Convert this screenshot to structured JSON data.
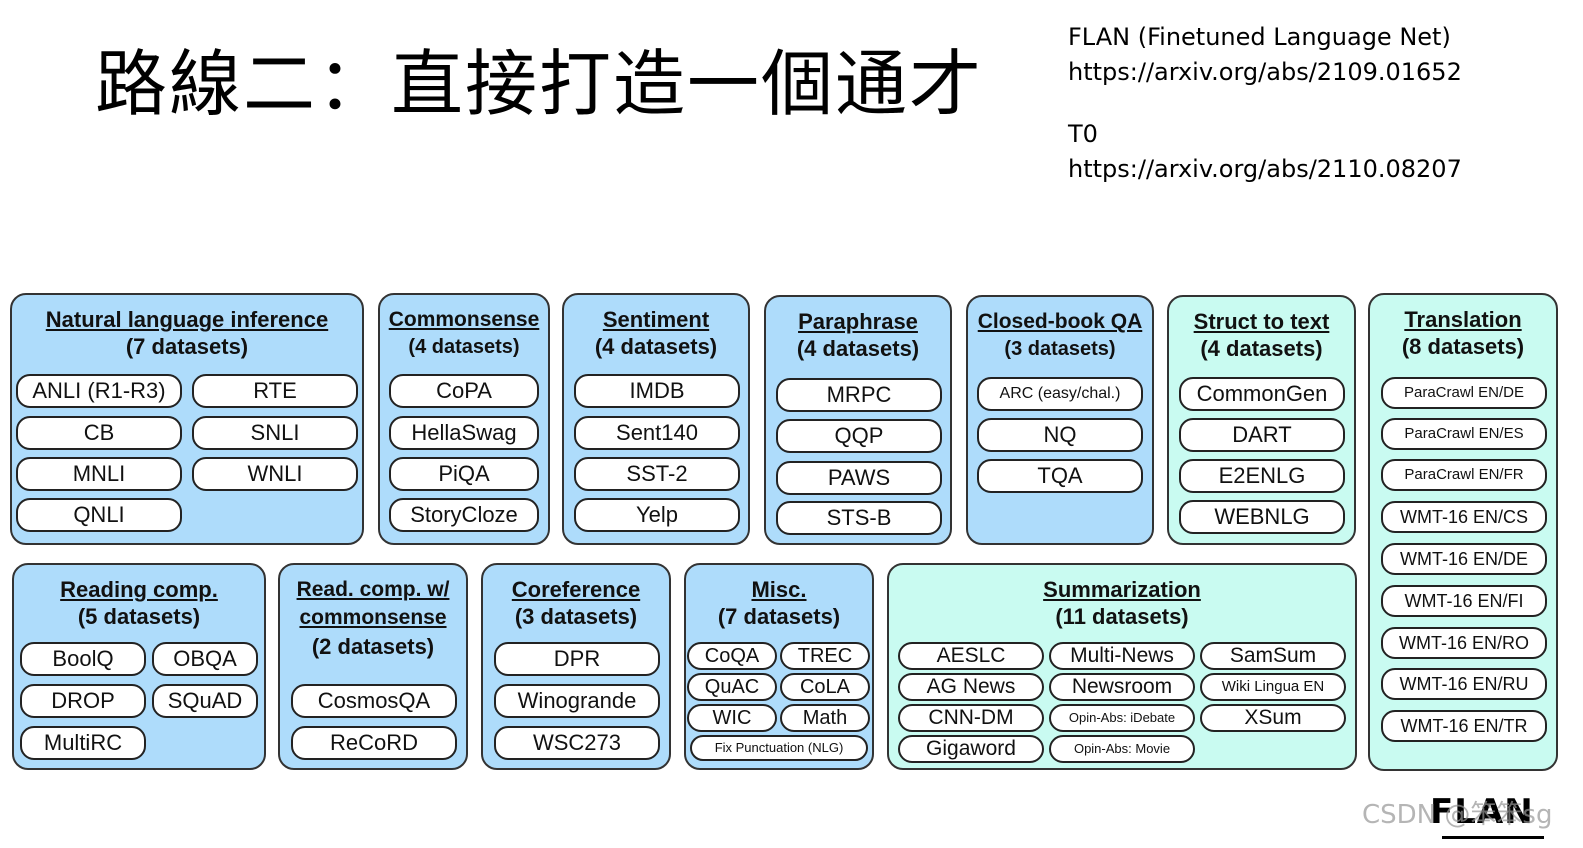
{
  "title": "路線二：直接打造一個通才",
  "references": [
    {
      "name": "FLAN (Finetuned Language Net)",
      "url": "https://arxiv.org/abs/2109.01652"
    },
    {
      "name": "T0",
      "url": "https://arxiv.org/abs/2110.08207"
    }
  ],
  "clusters": [
    {
      "title": "Natural language inference",
      "count": "(7 datasets)",
      "datasets": [
        "ANLI (R1-R3)",
        "RTE",
        "CB",
        "SNLI",
        "MNLI",
        "WNLI",
        "QNLI"
      ]
    },
    {
      "title": "Commonsense",
      "count": "(4 datasets)",
      "datasets": [
        "CoPA",
        "HellaSwag",
        "PiQA",
        "StoryCloze"
      ]
    },
    {
      "title": "Sentiment",
      "count": "(4 datasets)",
      "datasets": [
        "IMDB",
        "Sent140",
        "SST-2",
        "Yelp"
      ]
    },
    {
      "title": "Paraphrase",
      "count": "(4 datasets)",
      "datasets": [
        "MRPC",
        "QQP",
        "PAWS",
        "STS-B"
      ]
    },
    {
      "title": "Closed-book QA",
      "count": "(3 datasets)",
      "datasets": [
        "ARC (easy/chal.)",
        "NQ",
        "TQA"
      ]
    },
    {
      "title": "Struct to text",
      "count": "(4 datasets)",
      "datasets": [
        "CommonGen",
        "DART",
        "E2ENLG",
        "WEBNLG"
      ]
    },
    {
      "title": "Translation",
      "count": "(8 datasets)",
      "datasets": [
        "ParaCrawl EN/DE",
        "ParaCrawl EN/ES",
        "ParaCrawl EN/FR",
        "WMT-16 EN/CS",
        "WMT-16 EN/DE",
        "WMT-16 EN/FI",
        "WMT-16 EN/RO",
        "WMT-16 EN/RU",
        "WMT-16 EN/TR"
      ]
    },
    {
      "title": "Reading comp.",
      "count": "(5 datasets)",
      "datasets": [
        "BoolQ",
        "OBQA",
        "DROP",
        "SQuAD",
        "MultiRC"
      ]
    },
    {
      "title": "Read. comp. w/",
      "title2": "commonsense",
      "count": "(2 datasets)",
      "datasets": [
        "CosmosQA",
        "ReCoRD"
      ]
    },
    {
      "title": "Coreference",
      "count": "(3 datasets)",
      "datasets": [
        "DPR",
        "Winogrande",
        "WSC273"
      ]
    },
    {
      "title": "Misc.",
      "count": "(7 datasets)",
      "datasets": [
        "CoQA",
        "TREC",
        "QuAC",
        "CoLA",
        "WIC",
        "Math",
        "Fix Punctuation (NLG)"
      ]
    },
    {
      "title": "Summarization",
      "count": "(11 datasets)",
      "datasets": [
        "AESLC",
        "Multi-News",
        "SamSum",
        "AG News",
        "Newsroom",
        "Wiki Lingua EN",
        "CNN-DM",
        "Opin-Abs: iDebate",
        "XSum",
        "Gigaword",
        "Opin-Abs: Movie"
      ]
    }
  ],
  "logo": "FLAN",
  "watermark": "CSDN @笨笨sg",
  "colors": {
    "nlu_cluster": "#aedcfb",
    "nlg_cluster": "#c9fbf1",
    "border": "#333333"
  }
}
